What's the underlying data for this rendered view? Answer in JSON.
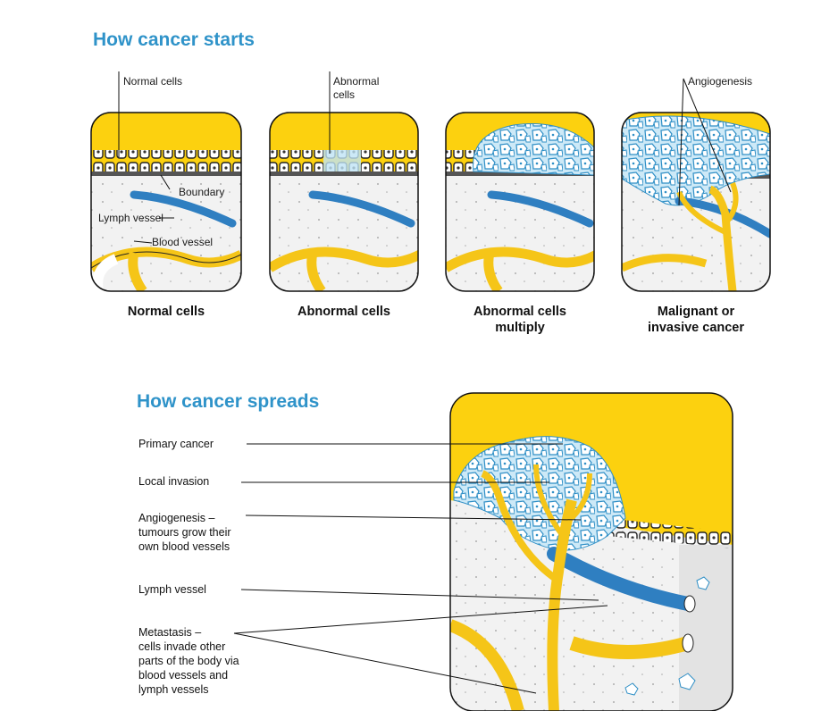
{
  "starts": {
    "title": "How cancer starts",
    "labels": {
      "normal_cells": "Normal cells",
      "abnormal_cells": "Abnormal\ncells",
      "angiogenesis": "Angiogenesis",
      "boundary": "Boundary",
      "lymph_vessel": "Lymph vessel",
      "blood_vessel": "Blood vessel"
    },
    "captions": [
      "Normal cells",
      "Abnormal cells",
      "Abnormal cells\nmultiply",
      "Malignant or\ninvasive cancer"
    ]
  },
  "spreads": {
    "title": "How cancer spreads",
    "labels": [
      "Primary cancer",
      "Local invasion",
      "Angiogenesis –\ntumours grow their\nown blood vessels",
      "Lymph vessel",
      "Metastasis –\ncells invade other\nparts of the body via\nblood vessels and\nlymph vessels"
    ]
  },
  "colors": {
    "background": "#fcd10f",
    "title": "#2f93c9",
    "lymph": "#2f7fc1",
    "blood": "#f5c518",
    "tissue": "#f2f2f2",
    "cancer_light": "#bfe3f5"
  }
}
